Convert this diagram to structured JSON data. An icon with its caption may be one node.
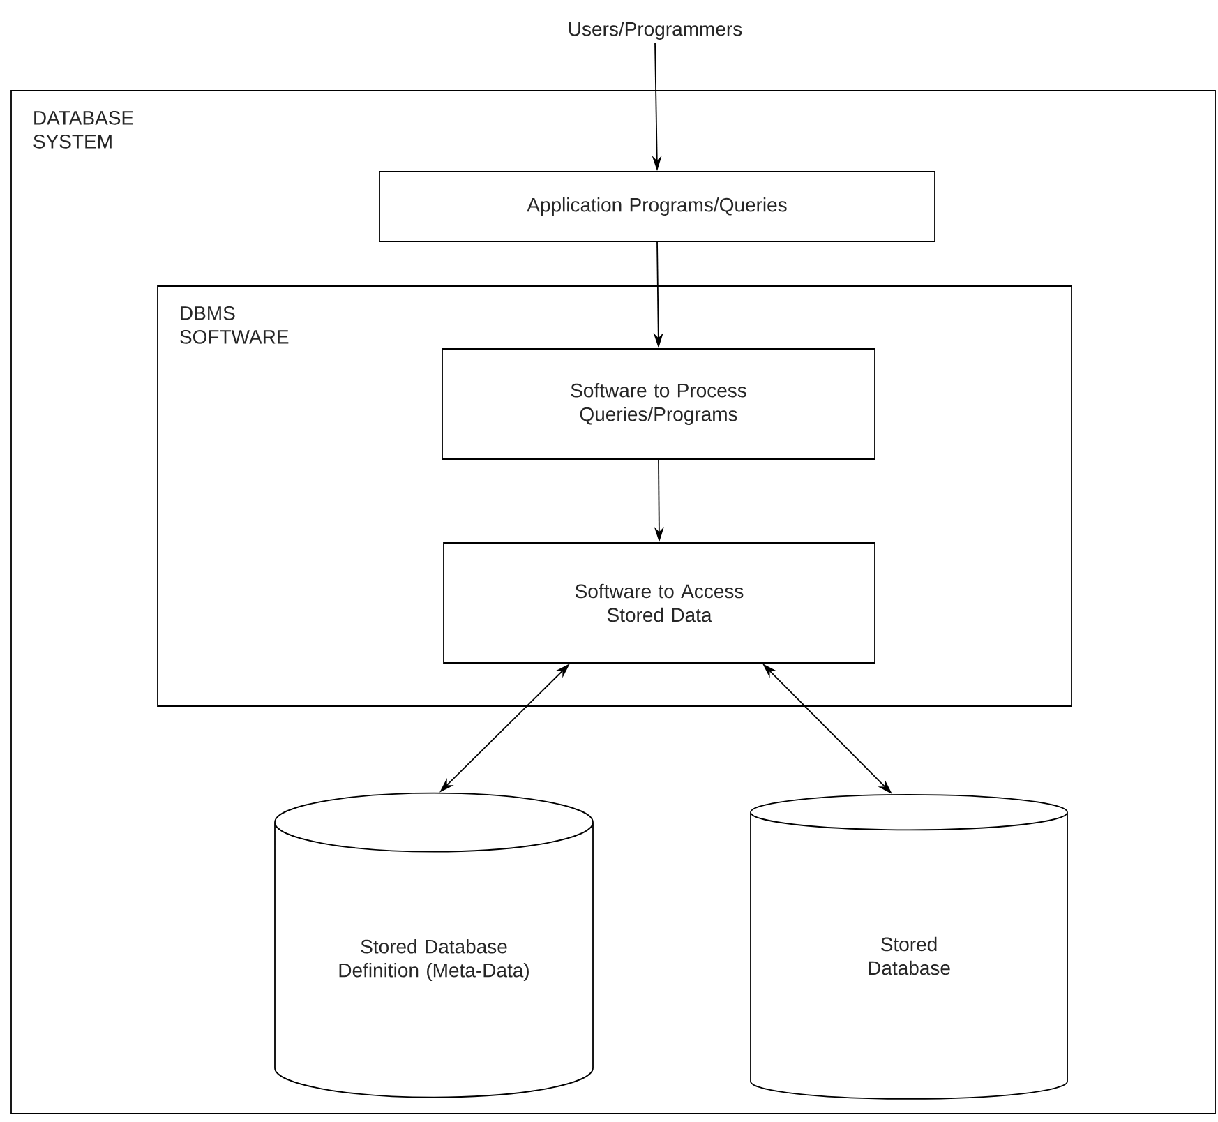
{
  "diagram": {
    "nodes": [
      {
        "text": [
          "DATABASE SYSTEM"
        ]
      },
      {
        "text": [
          "Users/Programmers"
        ]
      },
      {
        "text": [
          "Application Programs/Queries"
        ],
        "in": 0
      },
      {
        "text": [
          "DBMS SOFTWARE"
        ],
        "in": 0
      },
      {
        "text": [
          "Software to Process Queries/Programs"
        ],
        "in": 3
      },
      {
        "text": [
          "Software to Access Stored Data"
        ],
        "in": 3
      },
      {
        "text": [
          "Stored Database Definition (Meta-Data)"
        ],
        "in": 0
      },
      {
        "text": [
          "Stored Database"
        ],
        "in": 0
      }
    ],
    "edges": [
      {
        "from": 1,
        "to": 2,
        "arrow": "to"
      },
      {
        "from": 2,
        "to": 4,
        "arrow": "to"
      },
      {
        "from": 4,
        "to": 5,
        "arrow": "to"
      },
      {
        "from": 5,
        "to": 6,
        "arrow": "both"
      },
      {
        "from": 5,
        "to": 7,
        "arrow": "both"
      }
    ]
  }
}
